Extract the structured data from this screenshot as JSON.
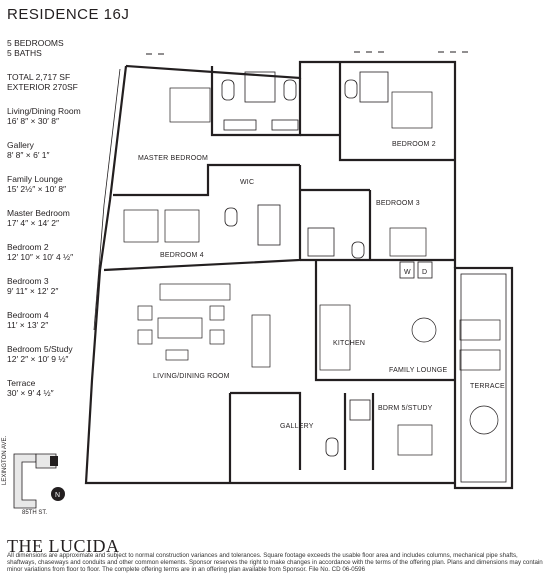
{
  "header": {
    "title": "RESIDENCE 16J"
  },
  "summary": {
    "bedrooms": "5 BEDROOMS",
    "baths": "5 BATHS",
    "total": "TOTAL 2,717 SF",
    "exterior": "EXTERIOR 270SF"
  },
  "rooms": [
    {
      "name": "Living/Dining Room",
      "dims": "16′ 8″ × 30′ 8″"
    },
    {
      "name": "Gallery",
      "dims": "8′ 8″ × 6′ 1″"
    },
    {
      "name": "Family Lounge",
      "dims": "15′ 2½″ × 10′ 8″"
    },
    {
      "name": "Master Bedroom",
      "dims": "17′ 4″ × 14′ 2″"
    },
    {
      "name": "Bedroom 2",
      "dims": "12′ 10″ × 10′ 4 ½″"
    },
    {
      "name": "Bedroom 3",
      "dims": "9′ 11″ × 12′ 2″"
    },
    {
      "name": "Bedroom 4",
      "dims": "11′ × 13′ 2″"
    },
    {
      "name": "Bedroom 5/Study",
      "dims": "12′ 2″ × 10′ 9 ½″"
    },
    {
      "name": "Terrace",
      "dims": "30′ × 9′ 4 ½″"
    }
  ],
  "plan_labels": {
    "master": "MASTER BEDROOM",
    "bed2": "BEDROOM  2",
    "wic": "WIC",
    "bed3": "BEDROOM  3",
    "bed4": "BEDROOM  4",
    "w": "W",
    "d": "D",
    "kitchen": "KITCHEN",
    "living": "LIVING/DINING ROOM",
    "family": "FAMILY LOUNGE",
    "terrace": "TERRACE",
    "bdrm5": "BDRM 5/STUDY",
    "gallery": "GALLERY"
  },
  "keyplan": {
    "avenue": "LEXINGTON AVE.",
    "street": "85TH ST.",
    "north": "N"
  },
  "footer": {
    "brand": "THE LUCIDA",
    "disclaimer": "All dimensions are approximate and subject to normal construction variances and tolerances.  Square footage exceeds the usable floor area and includes columns, mechanical pipe shafts, shaftways, chaseways and conduits and other common elements. Sponsor reserves the right to make changes in accordance with the terms of the offering plan. Plans and dimensions may contain minor variations from floor to floor. The complete offering terms are in an offering plan available from Sponsor. File No. CD 06-0596"
  }
}
